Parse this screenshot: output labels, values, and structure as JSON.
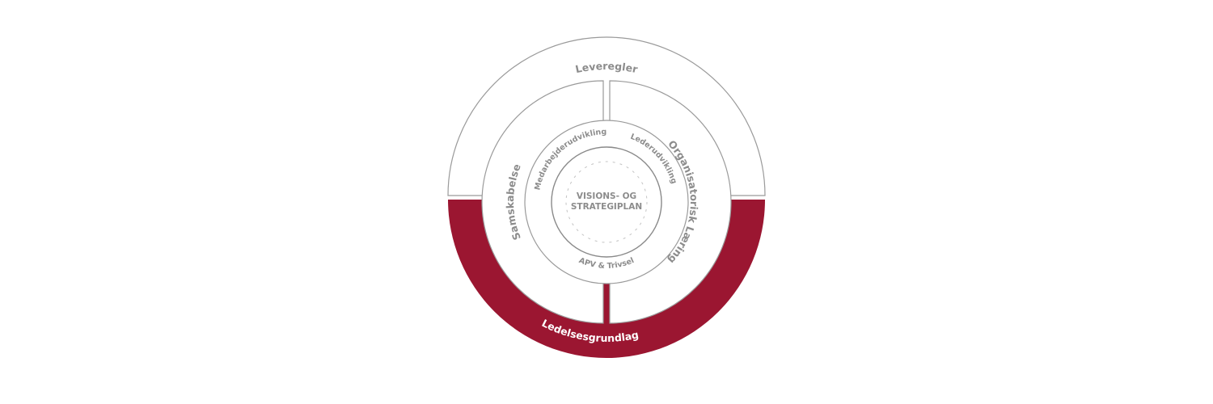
{
  "diagram": {
    "core": {
      "line1": "VISIONS- OG",
      "line2": "STRATEGIPLAN"
    },
    "outer_ring": {
      "top": "Leveregler",
      "bottom": "Ledelsesgrundlag"
    },
    "middle_ring": {
      "left": "Samskabelse",
      "right": "Organisatorisk Læring"
    },
    "inner_ring": {
      "upper_left": "Medarbejderudvikling",
      "upper_right": "Lederudvikling",
      "bottom": "APV & Trivsel"
    },
    "colors": {
      "accent": "#9b1631",
      "stroke": "#9a9a9a",
      "text": "#8c8c8c"
    }
  }
}
